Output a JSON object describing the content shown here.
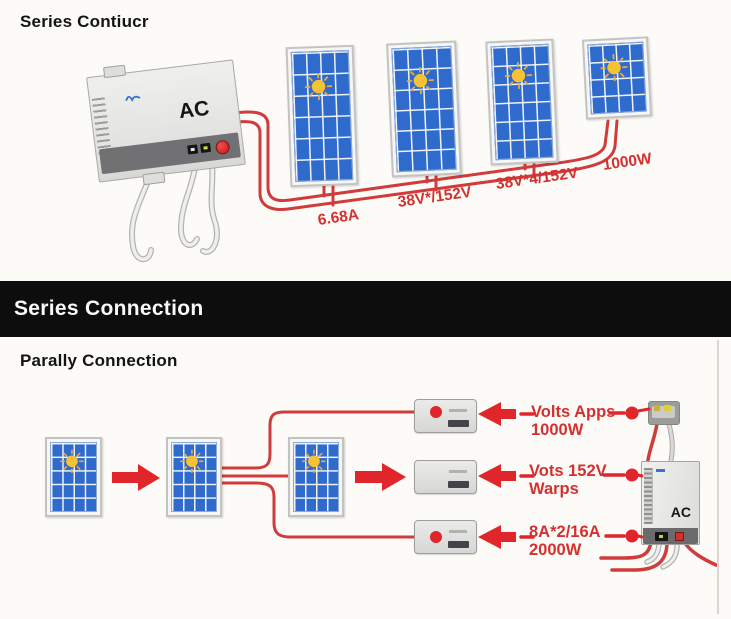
{
  "series_section": {
    "title": "Series Contiucr",
    "inverter_label": "AC",
    "wire_labels": [
      "6.68A",
      "38V*/152V",
      "38V*4/152V",
      "1000W"
    ]
  },
  "divider": {
    "label": "Series Connection"
  },
  "parallel_section": {
    "title": "Parally Connection",
    "inverter_label": "AC",
    "annotations": [
      {
        "line1": "Volts Apps",
        "line2": "1000W"
      },
      {
        "line1": "Vots 152V",
        "line2": "Warps"
      },
      {
        "line1": "8A*2/16A",
        "line2": "2000W"
      }
    ]
  },
  "colors": {
    "wire_red": "#cf3c3b",
    "accent_red": "#e0262a",
    "panel_blue": "#2e6bcc",
    "sun_yellow": "#f6c132",
    "bar_black": "#0d0d0d"
  }
}
